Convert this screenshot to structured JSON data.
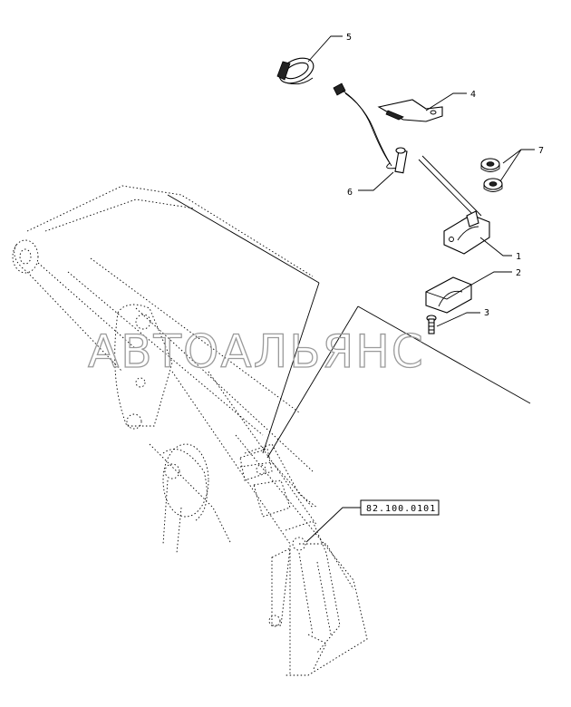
{
  "drawing": {
    "callouts": [
      "5",
      "4",
      "7",
      "6",
      "1",
      "2",
      "3"
    ],
    "reference_label": "82.100.0101",
    "watermark": "АВТОАЛЬЯНС"
  }
}
